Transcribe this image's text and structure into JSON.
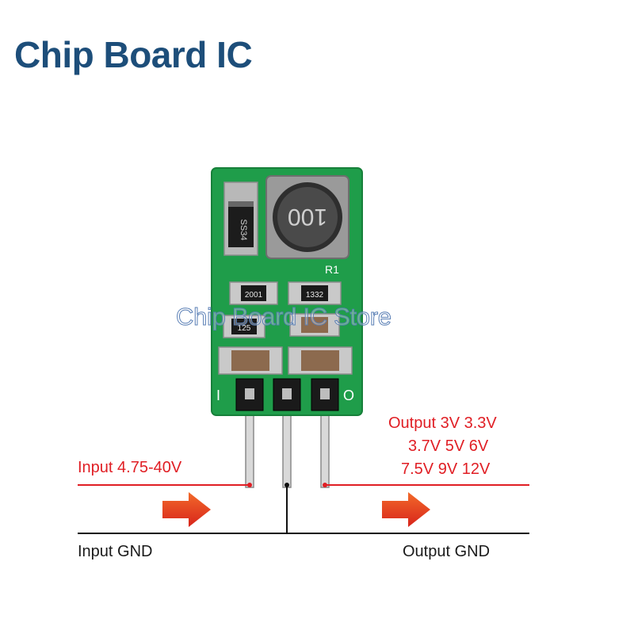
{
  "header": {
    "title": "Chip Board IC"
  },
  "watermark": {
    "text": "Chip Board IC Store"
  },
  "board": {
    "silkscreen": {
      "diode_marking": "SS34",
      "inductor_marking": "100",
      "resistor_label": "R1",
      "resistor_a": "2001",
      "resistor_b": "1332",
      "ic_marking": "125",
      "pin_left_letter": "I",
      "pin_right_letter": "O"
    },
    "colors": {
      "pcb": "#1f9d4a",
      "pcb_dark": "#17803a",
      "wire_red": "#e01e24",
      "wire_black": "#111111",
      "arrow": "#e8431f"
    }
  },
  "labels": {
    "input": "Input 4.75-40V",
    "output_line1": "Output 3V 3.3V",
    "output_line2": "3.7V 5V 6V",
    "output_line3": "7.5V 9V 12V",
    "input_gnd": "Input GND",
    "output_gnd": "Output GND"
  }
}
